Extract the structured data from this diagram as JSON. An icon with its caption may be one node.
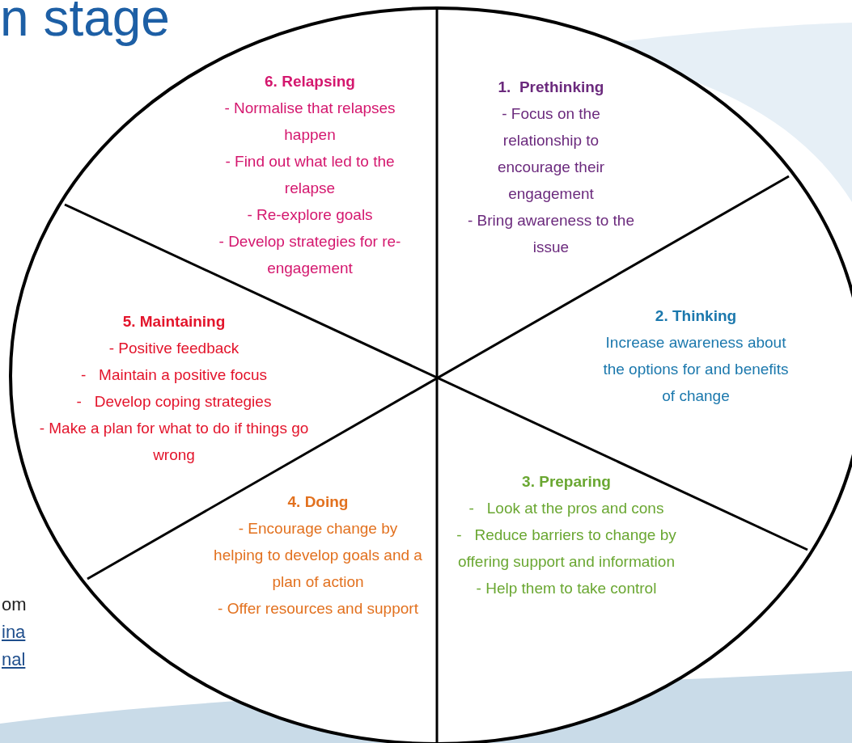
{
  "diagram": {
    "title": "n stage",
    "nodes": [
      {
        "text": [
          "6. Relapsing",
          "- Normalise that relapses happen",
          "- Find out what led to the relapse",
          "- Re-explore goals",
          "- Develop strategies for re-engagement"
        ]
      },
      {
        "text": [
          "1.  Prethinking",
          "- Focus on the relationship to encourage their engagement",
          "- Bring awareness to the issue"
        ]
      },
      {
        "text": [
          "2. Thinking",
          "Increase awareness about the options for and benefits of change"
        ]
      },
      {
        "text": [
          "3. Preparing",
          "-   Look at the pros and cons",
          "-   Reduce barriers to change by offering support and information",
          "- Help them to take control"
        ]
      },
      {
        "text": [
          "4. Doing",
          "- Encourage change by helping to develop goals and a plan of action",
          "- Offer resources and support"
        ]
      },
      {
        "text": [
          "5. Maintaining",
          "- Positive feedback",
          "-   Maintain a positive focus",
          "-   Develop coping strategies",
          "- Make a plan for what to do if things go wrong"
        ]
      }
    ],
    "labels": [
      "om",
      "ina",
      "nal"
    ]
  }
}
